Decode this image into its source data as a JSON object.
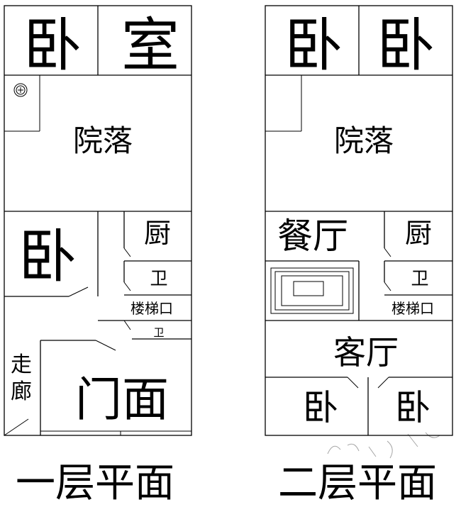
{
  "floor1": {
    "title": "一层平面",
    "rooms": {
      "bedroom_top": "卧",
      "room_top": "室",
      "courtyard": "院落",
      "bedroom": "卧",
      "kitchen": "厨",
      "bathroom": "卫",
      "stairs": "楼梯口",
      "bathroom_small": "卫",
      "corridor": "走廊",
      "storefront": "门面"
    }
  },
  "floor2": {
    "title": "二层平面",
    "rooms": {
      "bedroom_top_left": "卧",
      "bedroom_top_right": "卧",
      "courtyard": "院落",
      "dining": "餐厅",
      "kitchen": "厨",
      "bathroom": "卫",
      "stairs": "楼梯口",
      "living": "客厅",
      "bedroom_bottom_left": "卧",
      "bedroom_bottom_right": "卧"
    }
  },
  "icons": {
    "floor1_corner": "well-icon",
    "floor2_living": "fireplace-icon"
  }
}
